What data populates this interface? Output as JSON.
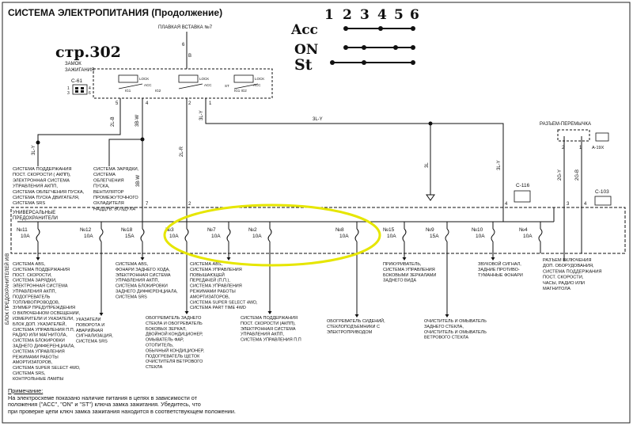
{
  "title": "СИСТЕМА ЭЛЕКТРОПИТАНИЯ (Продолжение)",
  "handwritten": {
    "page_ref": "стр.302",
    "numbers": [
      "1",
      "2",
      "3",
      "4",
      "5",
      "6"
    ],
    "rows": [
      "Acc",
      "ON",
      "St"
    ]
  },
  "top_fuse": {
    "label": "ПЛАВКАЯ ВСТАВКА №7",
    "pin": "6",
    "wire": "B"
  },
  "ignition": {
    "label_line1": "ЗАМОК",
    "label_line2": "ЗАЖИГАНИЯ",
    "connector": "С-61",
    "conn_pins_left": [
      "1",
      "3"
    ],
    "conn_pins_right": [
      "4",
      "6"
    ],
    "pins": [
      "5",
      "4",
      "2",
      "1"
    ],
    "internal": [
      "LOCK",
      "ACC",
      "LOCK",
      "ACC",
      "LOCK",
      "ACC",
      "IG1",
      "IG2",
      "ST",
      "IG1 IG2"
    ]
  },
  "wires": {
    "w1": "2L-B",
    "w2": "3B-W",
    "w3": "2L-R",
    "w4": "3L-Y",
    "w5": "3L-Y",
    "w6": "3B-W",
    "w7": "3L",
    "w8": "3L-Y",
    "w9": "2G-Y",
    "w10": "2G-B"
  },
  "bus": {
    "v1": "7",
    "v2": "2",
    "v3": "4",
    "v4": "3",
    "v5": "4"
  },
  "jumper": {
    "label": "РАЗЪЕМ-ПЕРЕМЫЧКА",
    "connector": "A-19X",
    "pins": [
      "2",
      "1"
    ]
  },
  "c116": {
    "connector": "С-116"
  },
  "c103": {
    "connector": "С-103"
  },
  "side_label": "БЛОК ПРЕДОХРАНИТЕЛЕЙ И/В",
  "fuse_block_label": [
    "УНИВЕРСАЛЬНЫЕ",
    "ПРЕДОХРАНИТЕЛИ"
  ],
  "upper_systems": [
    {
      "lines": [
        "СИСТЕМА ПОДДЕРЖАНИЯ",
        "ПОСТ. СКОРОСТИ ( АКПП),",
        "ЭЛЕКТРОННАЯ СИСТЕМА",
        "УПРАВЛЕНИЯ АКПП,",
        "СИСТЕМА ОБЛЕГЧЕНИЯ ПУСКА,",
        "СИСТЕМА ПУСКА ДВИГАТЕЛЯ,",
        "СИСТЕМА SRS"
      ]
    },
    {
      "lines": [
        "СИСТЕМА ЗАРЯДКИ,",
        "СИСТЕМА",
        "ОБЛЕГЧЕНИЯ",
        "ПУСКА,",
        "ВЕНТИЛЯТОР",
        "ПРОМЕЖУТОЧНОГО",
        "ОХЛАДИТЕЛЯ",
        "НАДДУВ. ВОЗДУХА"
      ]
    },
    {
      "lines": [
        "РАЗЪЕМ ВКЛЮЧЕНИЯ",
        "ДОП. ОБОРУДОВАНИЯ,",
        "СИСТЕМА ПОДДЕРЖАНИЯ",
        "ПОСТ. СКОРОСТИ,",
        "ЧАСЫ, РАДИО ИЛИ",
        "МАГНИТОЛА"
      ]
    }
  ],
  "fuses": [
    {
      "id": "№11",
      "amp": "10A"
    },
    {
      "id": "№12",
      "amp": "10A"
    },
    {
      "id": "№18",
      "amp": "15A"
    },
    {
      "id": "№3",
      "amp": "10A"
    },
    {
      "id": "№7",
      "amp": "10A"
    },
    {
      "id": "№2",
      "amp": "10A"
    },
    {
      "id": "№8",
      "amp": "10A"
    },
    {
      "id": "№15",
      "amp": "10A"
    },
    {
      "id": "№9",
      "amp": "15A"
    },
    {
      "id": "№10",
      "amp": "10A"
    },
    {
      "id": "№4",
      "amp": "10A"
    }
  ],
  "lower_systems": [
    {
      "lines": [
        "СИСТЕМА ABS,",
        "СИСТЕМА ПОДДЕРЖАНИЯ",
        "ПОСТ. СКОРОСТИ,",
        "СИСТЕМА ЗАРЯДКИ,",
        "ЭЛЕКТРОННАЯ СИСТЕМА",
        "УПРАВЛЕНИЯ АКПП,",
        "ПОДОГРЕВАТЕЛЬ",
        "ТОПЛИВОПРОВОДОВ,",
        "ЗУММЕР ПРЕДУПРЕЖДЕНИЯ",
        "О ВКЛЮЧЕННОМ ОСВЕЩЕНИИ,",
        "ИЗМЕРИТЕЛИ И УКАЗАТЕЛИ,",
        "БЛОК ДОП. УКАЗАТЕЛЕЙ,",
        "СИСТЕМА УПРАВЛЕНИЯ П.П,",
        "РАДИО ИЛИ МАГНИТОЛА,",
        "СИСТЕМА БЛОКИРОВКИ",
        "ЗАДНЕГО ДИФФЕРЕНЦИАЛА,",
        "СИСТЕМА УПРАВЛЕНИЯ",
        "РЕЖИМАМИ РАБОТЫ",
        "АМОРТИЗАТОРОВ,",
        "СИСТЕМА SUPER SELECT 4WD,",
        "СИСТЕМА SRS,",
        "КОНТРОЛЬНЫЕ ЛАМПЫ"
      ]
    },
    {
      "lines": [
        "УКАЗАТЕЛИ",
        "ПОВОРОТА И",
        "АВАРИЙНАЯ",
        "СИГНАЛИЗАЦИЯ,",
        "СИСТЕМА SRS"
      ]
    },
    {
      "lines": [
        "СИСТЕМА ABS,",
        "ФОНАРИ ЗАДНЕГО ХОДА,",
        "ЭЛЕКТРОННАЯ СИСТЕМА",
        "УПРАВЛЕНИЯ АКПП,",
        "СИСТЕМА БЛОКИРОВКИ",
        "ЗАДНЕГО ДИФФЕРЕНЦИАЛА,",
        "СИСТЕМА SRS"
      ]
    },
    {
      "lines": [
        "ОБОГРЕВАТЕЛЬ ЗАДНЕГО",
        "СТЕКЛА И ОБОГРЕВАТЕЛЬ",
        "БОКОВЫХ ЗЕРКАЛ,",
        "ДВОЙНОЙ КОНДИЦИОНЕР,",
        "ОМЫВАТЕЛЬ ФАР,",
        "ОТОПИТЕЛЬ,",
        "ОБЫЧНЫЙ КОНДИЦИОНЕР,",
        "ПОДОГРЕВАТЕЛЬ ЩЕТОК",
        "ОЧИСТИТЕЛЯ ВЕТРОВОГО",
        "СТЕКЛА"
      ]
    },
    {
      "lines": [
        "СИСТЕМА ABS,",
        "СИСТЕМА УПРАВЛЕНИЯ",
        "ПОВЫШАЮЩЕЙ",
        "ПЕРЕДАЧЕЙ (П.П.),",
        "СИСТЕМА УПРАВЛЕНИЯ",
        "РЕЖИМАМИ РАБОТЫ",
        "АМОРТИЗАТОРОВ,",
        "СИСТЕМА SUPER SELECT 4WD,",
        "СИСТЕМА PART TIME 4WD"
      ]
    },
    {
      "lines": [
        "СИСТЕМА ПОДДЕРЖАНИЯ",
        "ПОСТ. СКОРОСТИ (АКПП),",
        "ЭЛЕКТРОННАЯ СИСТЕМА",
        "УПРАВЛЕНИЯ АКПП,",
        "СИСТЕМА УПРАВЛЕНИЯ П.П"
      ]
    },
    {
      "lines": [
        "ОБОГРЕВАТЕЛЬ СИДЕНИЙ,",
        "СТЕКЛОПОДЪЕМНИКИ С",
        "ЭЛЕКТРОПРИВОДОМ"
      ]
    },
    {
      "lines": [
        "ПРИКУРИВАТЕЛЬ,",
        "СИСТЕМА УПРАВЛЕНИЯ",
        "БОКОВЫМИ ЗЕРКАЛАМИ",
        "ЗАДНЕГО ВИДА"
      ]
    },
    {
      "lines": [
        "ОЧИСТИТЕЛЬ И ОМЫВАТЕЛЬ",
        "ЗАДНЕГО СТЕКЛА,",
        "ОЧИСТИТЕЛЬ И ОМЫВАТЕЛЬ",
        "ВЕТРОВОГО СТЕКЛА"
      ]
    },
    {
      "lines": [
        "ЗВУКОВОЙ СИГНАЛ,",
        "ЗАДНИЕ ПРОТИВО-",
        "ТУМАННЫЕ ФОНАРИ"
      ]
    }
  ],
  "note": {
    "label": "Примечание:",
    "lines": [
      "На электросхеме показано наличие питания в цепях в зависимости от",
      "положения (\"ACC\", \"ON\" и \"ST\") ключа замка зажигания. Убедитесь, что",
      "при проверке цепи ключ замка зажигания находится в соответствующем положении."
    ]
  },
  "colors": {
    "ink": "#111111",
    "highlight": "#e6e600"
  }
}
